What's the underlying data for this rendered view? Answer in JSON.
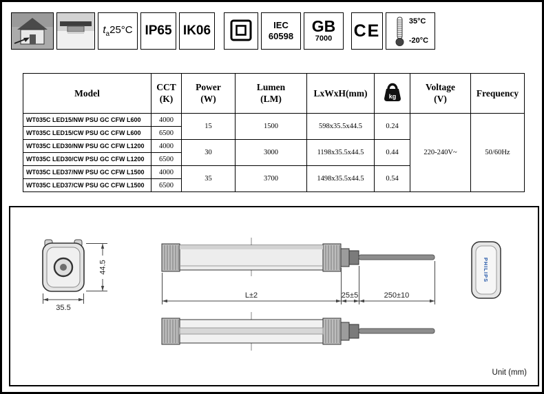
{
  "badges": {
    "ta": {
      "t": "t",
      "sub": "a",
      "value": "25°C"
    },
    "ip": "IP65",
    "ik": "IK06",
    "iec": {
      "line1": "IEC",
      "line2": "60598"
    },
    "gb": {
      "main": "GB",
      "sub": "7000"
    },
    "ce": "CE",
    "temp": {
      "high": "35°C",
      "low": "-20°C"
    }
  },
  "table": {
    "headers": {
      "model": "Model",
      "cct_line1": "CCT",
      "cct_line2": "(K)",
      "power_line1": "Power",
      "power_line2": "(W)",
      "lumen_line1": "Lumen",
      "lumen_line2": "(LM)",
      "dimensions": "LxWxH(mm)",
      "weight_unit": "kg",
      "voltage_line1": "Voltage",
      "voltage_line2": "(V)",
      "frequency": "Frequency"
    },
    "rows": [
      {
        "model": "WT035C LED15/NW PSU GC CFW L600",
        "cct": "4000"
      },
      {
        "model": "WT035C LED15/CW PSU GC CFW L600",
        "cct": "6500"
      },
      {
        "model": "WT035C LED30/NW PSU GC CFW L1200",
        "cct": "4000"
      },
      {
        "model": "WT035C LED30/CW PSU GC CFW L1200",
        "cct": "6500"
      },
      {
        "model": "WT035C LED37/NW PSU GC CFW L1500",
        "cct": "4000"
      },
      {
        "model": "WT035C LED37/CW PSU GC CFW L1500",
        "cct": "6500"
      }
    ],
    "groups": [
      {
        "power": "15",
        "lumen": "1500",
        "dimensions": "598x35.5x44.5",
        "weight": "0.24"
      },
      {
        "power": "30",
        "lumen": "3000",
        "dimensions": "1198x35.5x44.5",
        "weight": "0.44"
      },
      {
        "power": "35",
        "lumen": "3700",
        "dimensions": "1498x35.5x44.5",
        "weight": "0.54"
      }
    ],
    "voltage": "220-240V~",
    "frequency": "50/60Hz"
  },
  "drawing": {
    "dim_width": "35.5",
    "dim_height": "44.5",
    "dim_length": "L±2",
    "dim_gland": "25±5",
    "dim_cable": "250±10",
    "brand": "PHILIPS",
    "unit_label": "Unit (mm)"
  }
}
